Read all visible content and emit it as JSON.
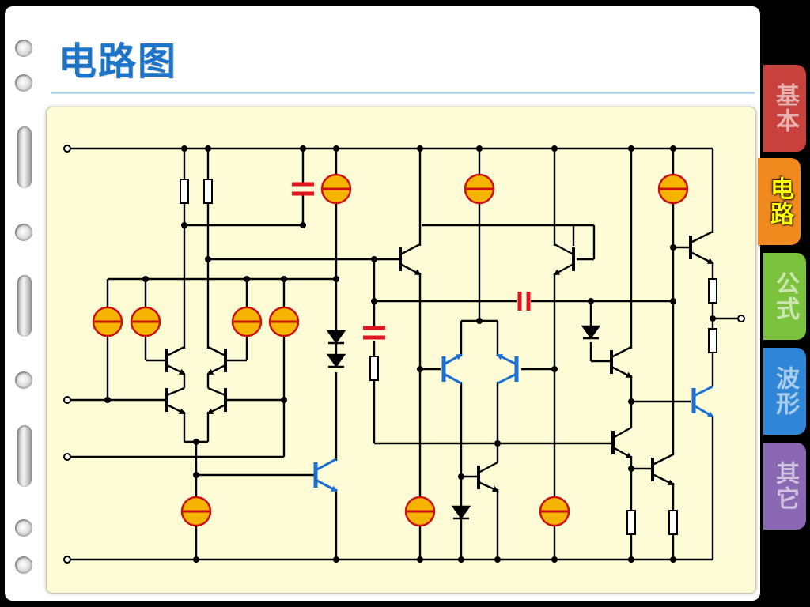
{
  "title": "电路图",
  "tabs": [
    {
      "label": "基本",
      "color": "#c8413c",
      "active": false
    },
    {
      "label": "电路",
      "color": "#f08a1e",
      "active": true
    },
    {
      "label": "公式",
      "color": "#7cc23e",
      "active": false
    },
    {
      "label": "波形",
      "color": "#2f86d6",
      "active": false
    },
    {
      "label": "其它",
      "color": "#8a68b4",
      "active": false
    }
  ],
  "colors": {
    "title": "#1b74c8",
    "panel": "#fdfcd6",
    "wire": "#000000",
    "current_source_fill": "#f5b400",
    "current_source_border": "#cc1010",
    "capacitor": "#e0141e",
    "highlight_transistor": "#1a6fd0"
  }
}
